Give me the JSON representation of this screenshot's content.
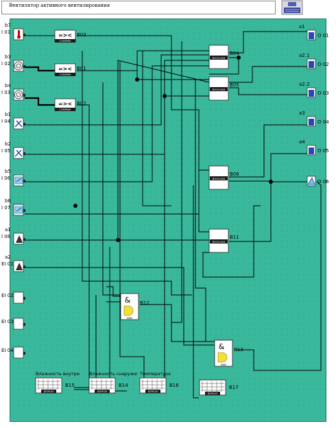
{
  "header": {
    "title": "Вентилятор активного вентилирования",
    "icon": "program-status-icon"
  },
  "colors": {
    "board": "#3ab89c",
    "wire": "#000000",
    "block_fill": "#ffffff",
    "io_fill": "#ffffff",
    "display_fill": "#ffffff"
  },
  "inputs": [
    {
      "id": "I 01",
      "tag": "b7",
      "icon": "thermometer-icon"
    },
    {
      "id": "I 02",
      "tag": "b3",
      "icon": "gauge-icon"
    },
    {
      "id": "I 03",
      "tag": "b4",
      "icon": "gauge-icon"
    },
    {
      "id": "I 04",
      "tag": "b1",
      "icon": "switch-icon"
    },
    {
      "id": "I 05",
      "tag": "b2",
      "icon": "switch-icon"
    },
    {
      "id": "I 06",
      "tag": "b5",
      "icon": "level-icon"
    },
    {
      "id": "I 07",
      "tag": "b6",
      "icon": "level-icon"
    },
    {
      "id": "I 08",
      "tag": "a1",
      "icon": "hand-icon"
    },
    {
      "id": "EI 01",
      "tag": "a2",
      "icon": "hand-icon"
    },
    {
      "id": "EI 02",
      "tag": "",
      "icon": ""
    },
    {
      "id": "EI 03",
      "tag": "",
      "icon": ""
    },
    {
      "id": "EI 04",
      "tag": "",
      "icon": ""
    }
  ],
  "outputs": [
    {
      "id": "O 01",
      "tag": "a1"
    },
    {
      "id": "O 02",
      "tag": "a2.1"
    },
    {
      "id": "O 03",
      "tag": "a2.2"
    },
    {
      "id": "O 04",
      "tag": "a3"
    },
    {
      "id": "O 05",
      "tag": "a4"
    },
    {
      "id": "O 06",
      "tag": ""
    }
  ],
  "compare_blocks": [
    {
      "id": "B03",
      "symbol": "=><",
      "sub": "COMPARE"
    },
    {
      "id": "B01",
      "symbol": "=><",
      "sub": "COMPARE"
    },
    {
      "id": "B02",
      "symbol": "=><",
      "sub": "COMPARE"
    }
  ],
  "boolean_blocks": [
    {
      "id": "B04",
      "sub": "BOOLEAN"
    },
    {
      "id": "B05",
      "sub": "BOOLEAN"
    },
    {
      "id": "B06",
      "sub": "BOOLEAN"
    },
    {
      "id": "B11",
      "sub": "BOOLEAN"
    }
  ],
  "and_blocks": [
    {
      "id": "B12",
      "symbol": "&",
      "sub": "AND"
    },
    {
      "id": "B13",
      "symbol": "&",
      "sub": "AND"
    }
  ],
  "displays": [
    {
      "id": "B15",
      "title": "Влажность внутри",
      "sub": "DISPLAY"
    },
    {
      "id": "B14",
      "title": "Влажность снаружи",
      "sub": "DISPLAY"
    },
    {
      "id": "B16",
      "title": "Температура",
      "sub": "DISPLAY"
    },
    {
      "id": "B17",
      "title": "",
      "sub": "DISPLAY"
    }
  ]
}
